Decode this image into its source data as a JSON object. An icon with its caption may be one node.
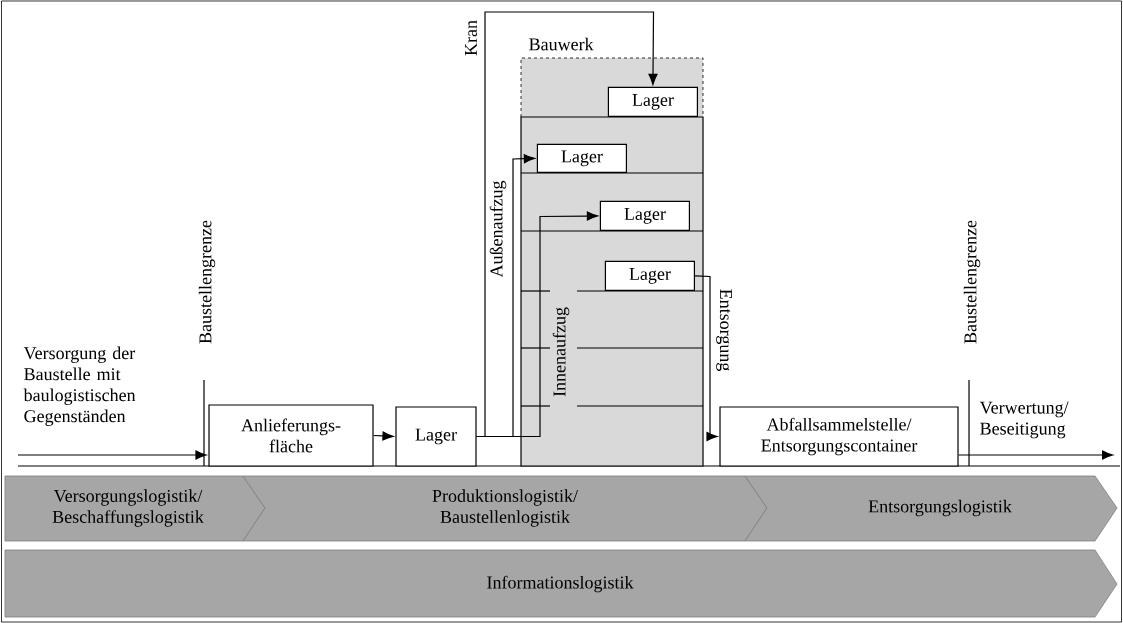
{
  "diagram": {
    "nodes": [
      {
        "text": [
          "Bauwerk"
        ]
      },
      {
        "text": [
          "Lager"
        ],
        "in": 0
      },
      {
        "text": [
          "Lager"
        ],
        "in": 0
      },
      {
        "text": [
          "Lager"
        ],
        "in": 0
      },
      {
        "text": [
          "Lager"
        ],
        "in": 0
      },
      {
        "text": [
          "Anlieferungs- fläche"
        ]
      },
      {
        "text": [
          "Lager"
        ]
      },
      {
        "text": [
          "Abfallsammelstelle/ Entsorgungscontainer"
        ]
      },
      {
        "text": [
          "Versorgungslogistik/ Beschaffungslogistik"
        ]
      },
      {
        "text": [
          "Produktionslogistik/ Baustellenlogistik"
        ]
      },
      {
        "text": [
          "Entsorgungslogistik"
        ]
      },
      {
        "text": [
          "Informationslogistik"
        ]
      }
    ],
    "edges": [
      {
        "from": null,
        "to": 5,
        "arrow": "to",
        "label": "Versorgung der Baustelle mit baulogistischen Gegenständen"
      },
      {
        "from": 5,
        "to": 6,
        "arrow": "to"
      },
      {
        "from": 6,
        "to": 1,
        "arrow": "to",
        "label": "Kran"
      },
      {
        "from": 6,
        "to": 2,
        "arrow": "to",
        "label": "Außenaufzug"
      },
      {
        "from": 6,
        "to": 3,
        "arrow": "to",
        "label": "Innenaufzug"
      },
      {
        "from": 4,
        "to": 7,
        "arrow": "to",
        "label": "Entsorgung"
      },
      {
        "from": 7,
        "to": null,
        "arrow": "to",
        "label": "Verwertung/ Beseitigung"
      }
    ],
    "labels": [
      "Baustellengrenze",
      "Baustellengrenze"
    ]
  }
}
